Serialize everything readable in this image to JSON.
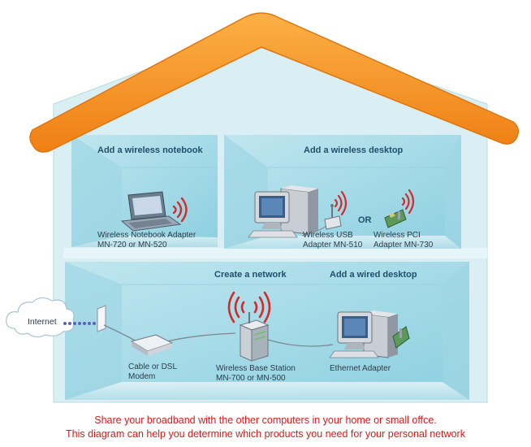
{
  "rooms": {
    "top_left": {
      "heading": "Add a wireless notebook",
      "device_label_1": "Wireless Notebook Adapter",
      "device_label_2": "MN-720 or MN-520"
    },
    "top_right": {
      "heading": "Add a wireless desktop",
      "usb_label_1": "Wireless USB",
      "usb_label_2": "Adapter MN-510",
      "or_label": "OR",
      "pci_label_1": "Wireless PCI",
      "pci_label_2": "Adapter MN-730"
    },
    "bottom": {
      "network_heading": "Create a network",
      "wired_heading": "Add a wired desktop",
      "internet_label": "Internet",
      "modem_label_1": "Cable or DSL",
      "modem_label_2": "Modem",
      "base_label_1": "Wireless Base Station",
      "base_label_2": "MN-700 or MN-500",
      "ethernet_label": "Ethernet Adapter"
    }
  },
  "caption": {
    "line1": "Share your broadband with the other computers in your home or small offce.",
    "line2": "This diagram can help you determine which products you need for your personal network"
  },
  "colors": {
    "roof": "#f7941d",
    "wall": "#d7eef3",
    "room": "#a8dbe7",
    "wifi": "#d42a2a",
    "caption": "#d91b1b"
  }
}
